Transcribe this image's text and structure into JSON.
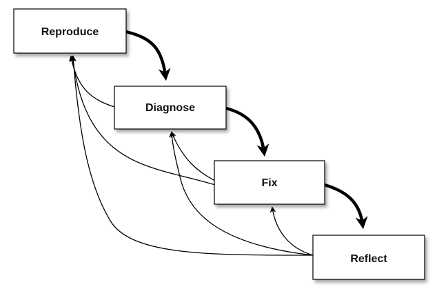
{
  "diagram": {
    "nodes": [
      {
        "id": "reproduce",
        "label": "Reproduce"
      },
      {
        "id": "diagnose",
        "label": "Diagnose"
      },
      {
        "id": "fix",
        "label": "Fix"
      },
      {
        "id": "reflect",
        "label": "Reflect"
      }
    ],
    "forward_edges": [
      {
        "from": "reproduce",
        "to": "diagnose"
      },
      {
        "from": "diagnose",
        "to": "fix"
      },
      {
        "from": "fix",
        "to": "reflect"
      }
    ],
    "feedback_edges": [
      {
        "from": "diagnose",
        "to": "reproduce"
      },
      {
        "from": "fix",
        "to": "reproduce"
      },
      {
        "from": "fix",
        "to": "diagnose"
      },
      {
        "from": "reflect",
        "to": "reproduce"
      },
      {
        "from": "reflect",
        "to": "diagnose"
      },
      {
        "from": "reflect",
        "to": "fix"
      }
    ],
    "colors": {
      "box_fill": "#ffffff",
      "stroke": "#000000",
      "text": "#111111",
      "shadow": "#888888"
    }
  }
}
